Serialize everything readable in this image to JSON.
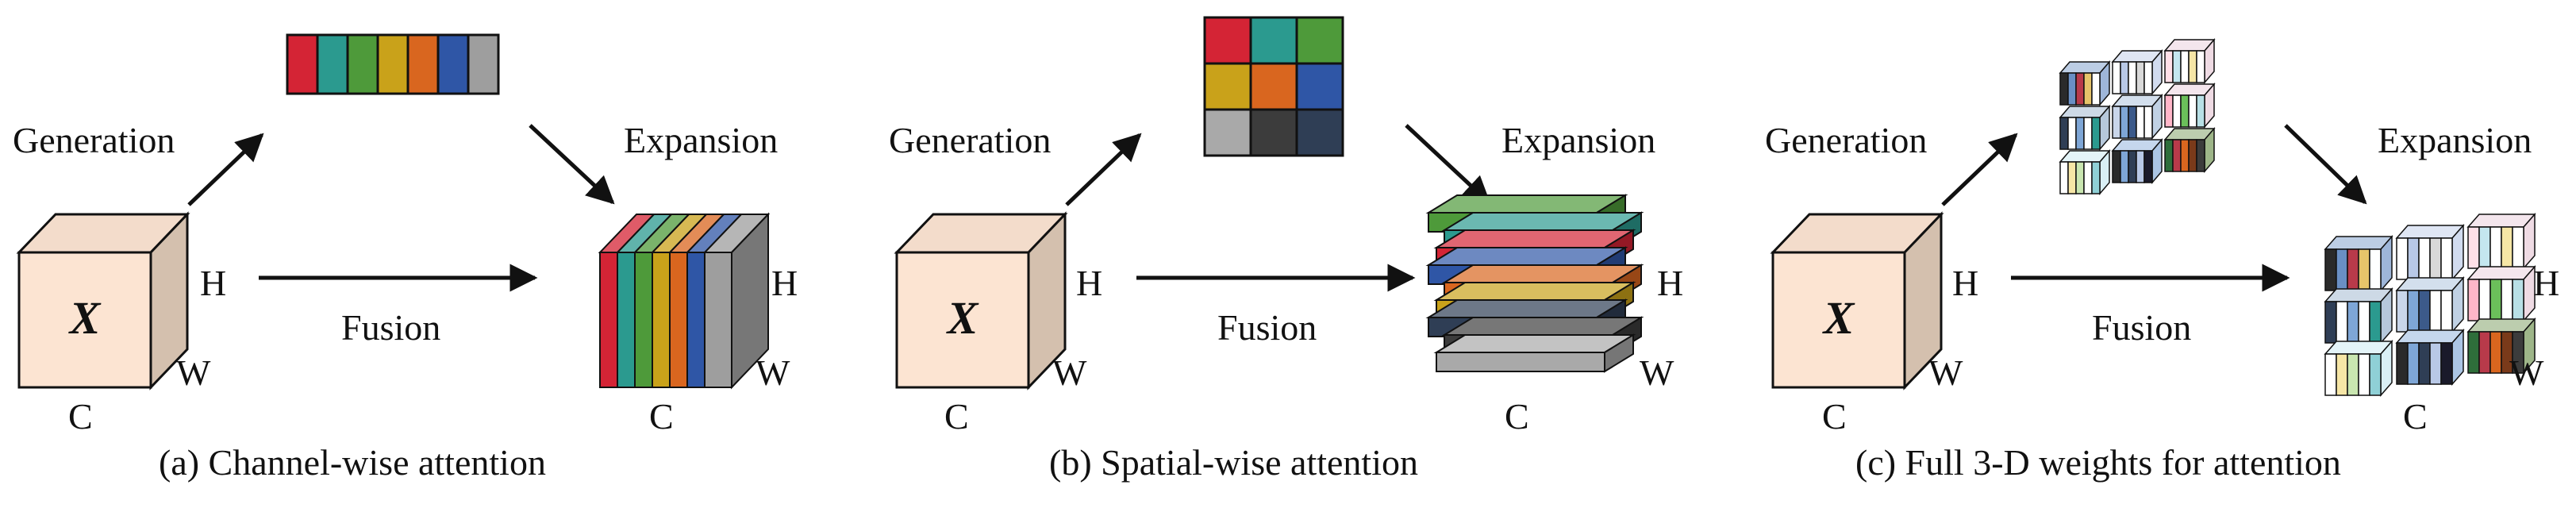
{
  "panels": [
    {
      "caption": "(a) Channel-wise attention",
      "generation_label": "Generation",
      "expansion_label": "Expansion",
      "fusion_label": "Fusion",
      "input_symbol": "X",
      "dim_h": "H",
      "dim_w": "W",
      "dim_c": "C",
      "out_dim_h": "H",
      "out_dim_w": "W",
      "out_dim_c": "C"
    },
    {
      "caption": "(b) Spatial-wise attention",
      "generation_label": "Generation",
      "expansion_label": "Expansion",
      "fusion_label": "Fusion",
      "input_symbol": "X",
      "dim_h": "H",
      "dim_w": "W",
      "dim_c": "C",
      "out_dim_h": "H",
      "out_dim_w": "W",
      "out_dim_c": "C"
    },
    {
      "caption": "(c) Full 3-D weights for attention",
      "generation_label": "Generation",
      "expansion_label": "Expansion",
      "fusion_label": "Fusion",
      "input_symbol": "X",
      "dim_h": "H",
      "dim_w": "W",
      "dim_c": "C",
      "out_dim_h": "H",
      "out_dim_w": "W",
      "out_dim_c": "C"
    }
  ],
  "colors": {
    "cube_front": "#fce4d2",
    "cube_side": "#d4c0ae",
    "cube_top": "#f3dccb",
    "channel_palette": [
      "#d42435",
      "#2b9a8f",
      "#4e9a3a",
      "#c9a21a",
      "#d9661f",
      "#2f56a6",
      "#9e9e9e"
    ],
    "spatial_grid": [
      "#d42435",
      "#2b9a8f",
      "#4e9a3a",
      "#c9a21a",
      "#d9661f",
      "#2f56a6",
      "#a9a9a9",
      "#3c3c3c",
      "#2f3e55"
    ],
    "slab_stack": [
      "#4e9a3a",
      "#2b9a8f",
      "#d42435",
      "#2f56a6",
      "#d9661f",
      "#c9a21a",
      "#2f3e55",
      "#3c3c3c",
      "#a9a9a9"
    ]
  }
}
